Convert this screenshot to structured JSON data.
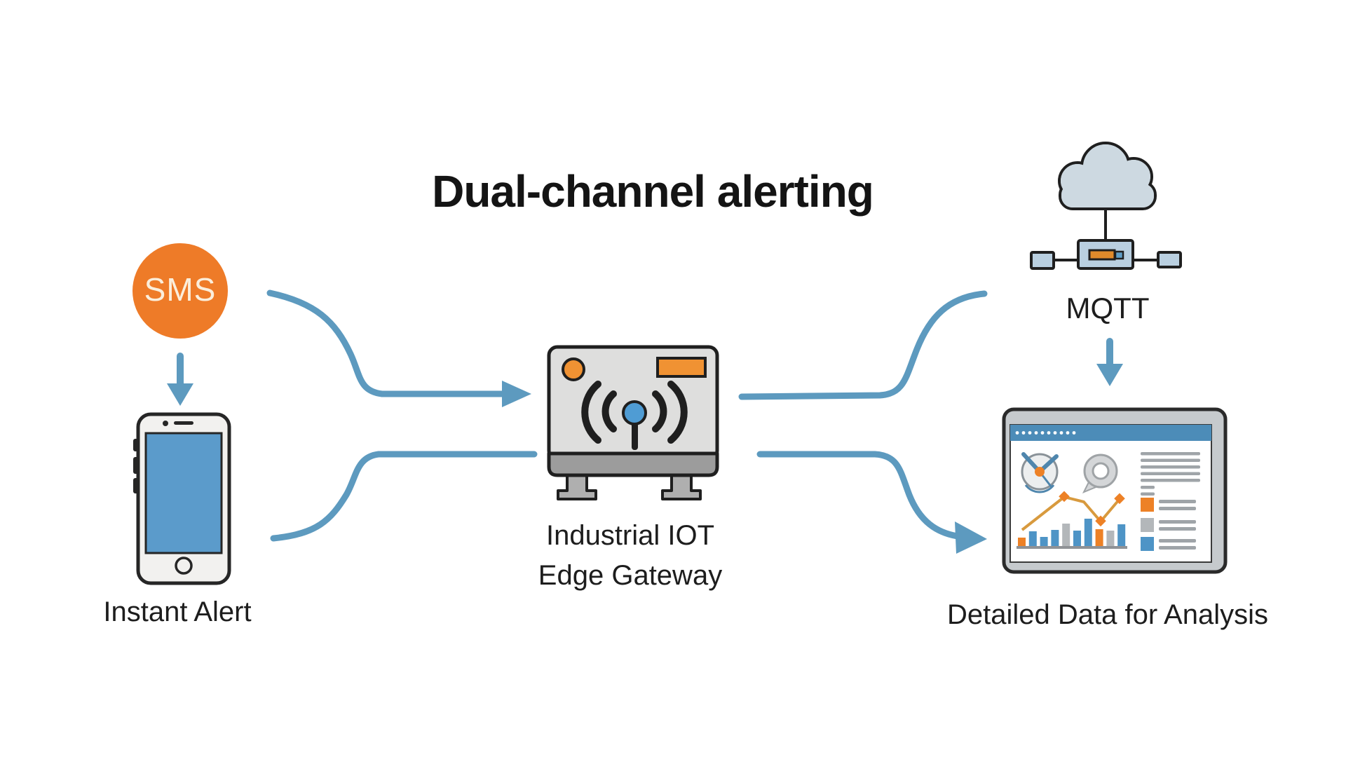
{
  "diagram": {
    "title": "Dual-channel alerting",
    "nodes": {
      "sms": {
        "label": "SMS",
        "caption": "Instant Alert"
      },
      "gateway": {
        "label_line1": "Industrial IOT",
        "label_line2": "Edge Gateway"
      },
      "mqtt": {
        "label": "MQTT"
      },
      "dashboard": {
        "caption": "Detailed Data for Analysis"
      }
    },
    "flows": [
      "SMS to Industrial IOT Edge Gateway",
      "Smartphone to Industrial IOT Edge Gateway",
      "Industrial IOT Edge Gateway to MQTT",
      "Industrial IOT Edge Gateway to Dashboard",
      "SMS to Smartphone",
      "MQTT to Dashboard"
    ],
    "colors": {
      "arrow_blue": "#5D9ABF",
      "accent_orange": "#EE7B28",
      "phone_screen_blue": "#5B9BCB",
      "cloud_fill": "#CDD9E1",
      "hub_fill": "#B9CFE0",
      "device_gray": "#DEDEDD",
      "device_base_gray": "#9C9C9C",
      "monitor_bezel_gray": "#C6CACD",
      "dashboard_header_blue": "#4C8CB8",
      "outline_dark": "#1F1F1F",
      "text_dark": "#1C1C1C",
      "chart_gray": "#B3B7BA",
      "chart_blue": "#4E94C6",
      "chart_orange": "#ED8126",
      "chart_line_orange": "#D89A3E"
    }
  }
}
